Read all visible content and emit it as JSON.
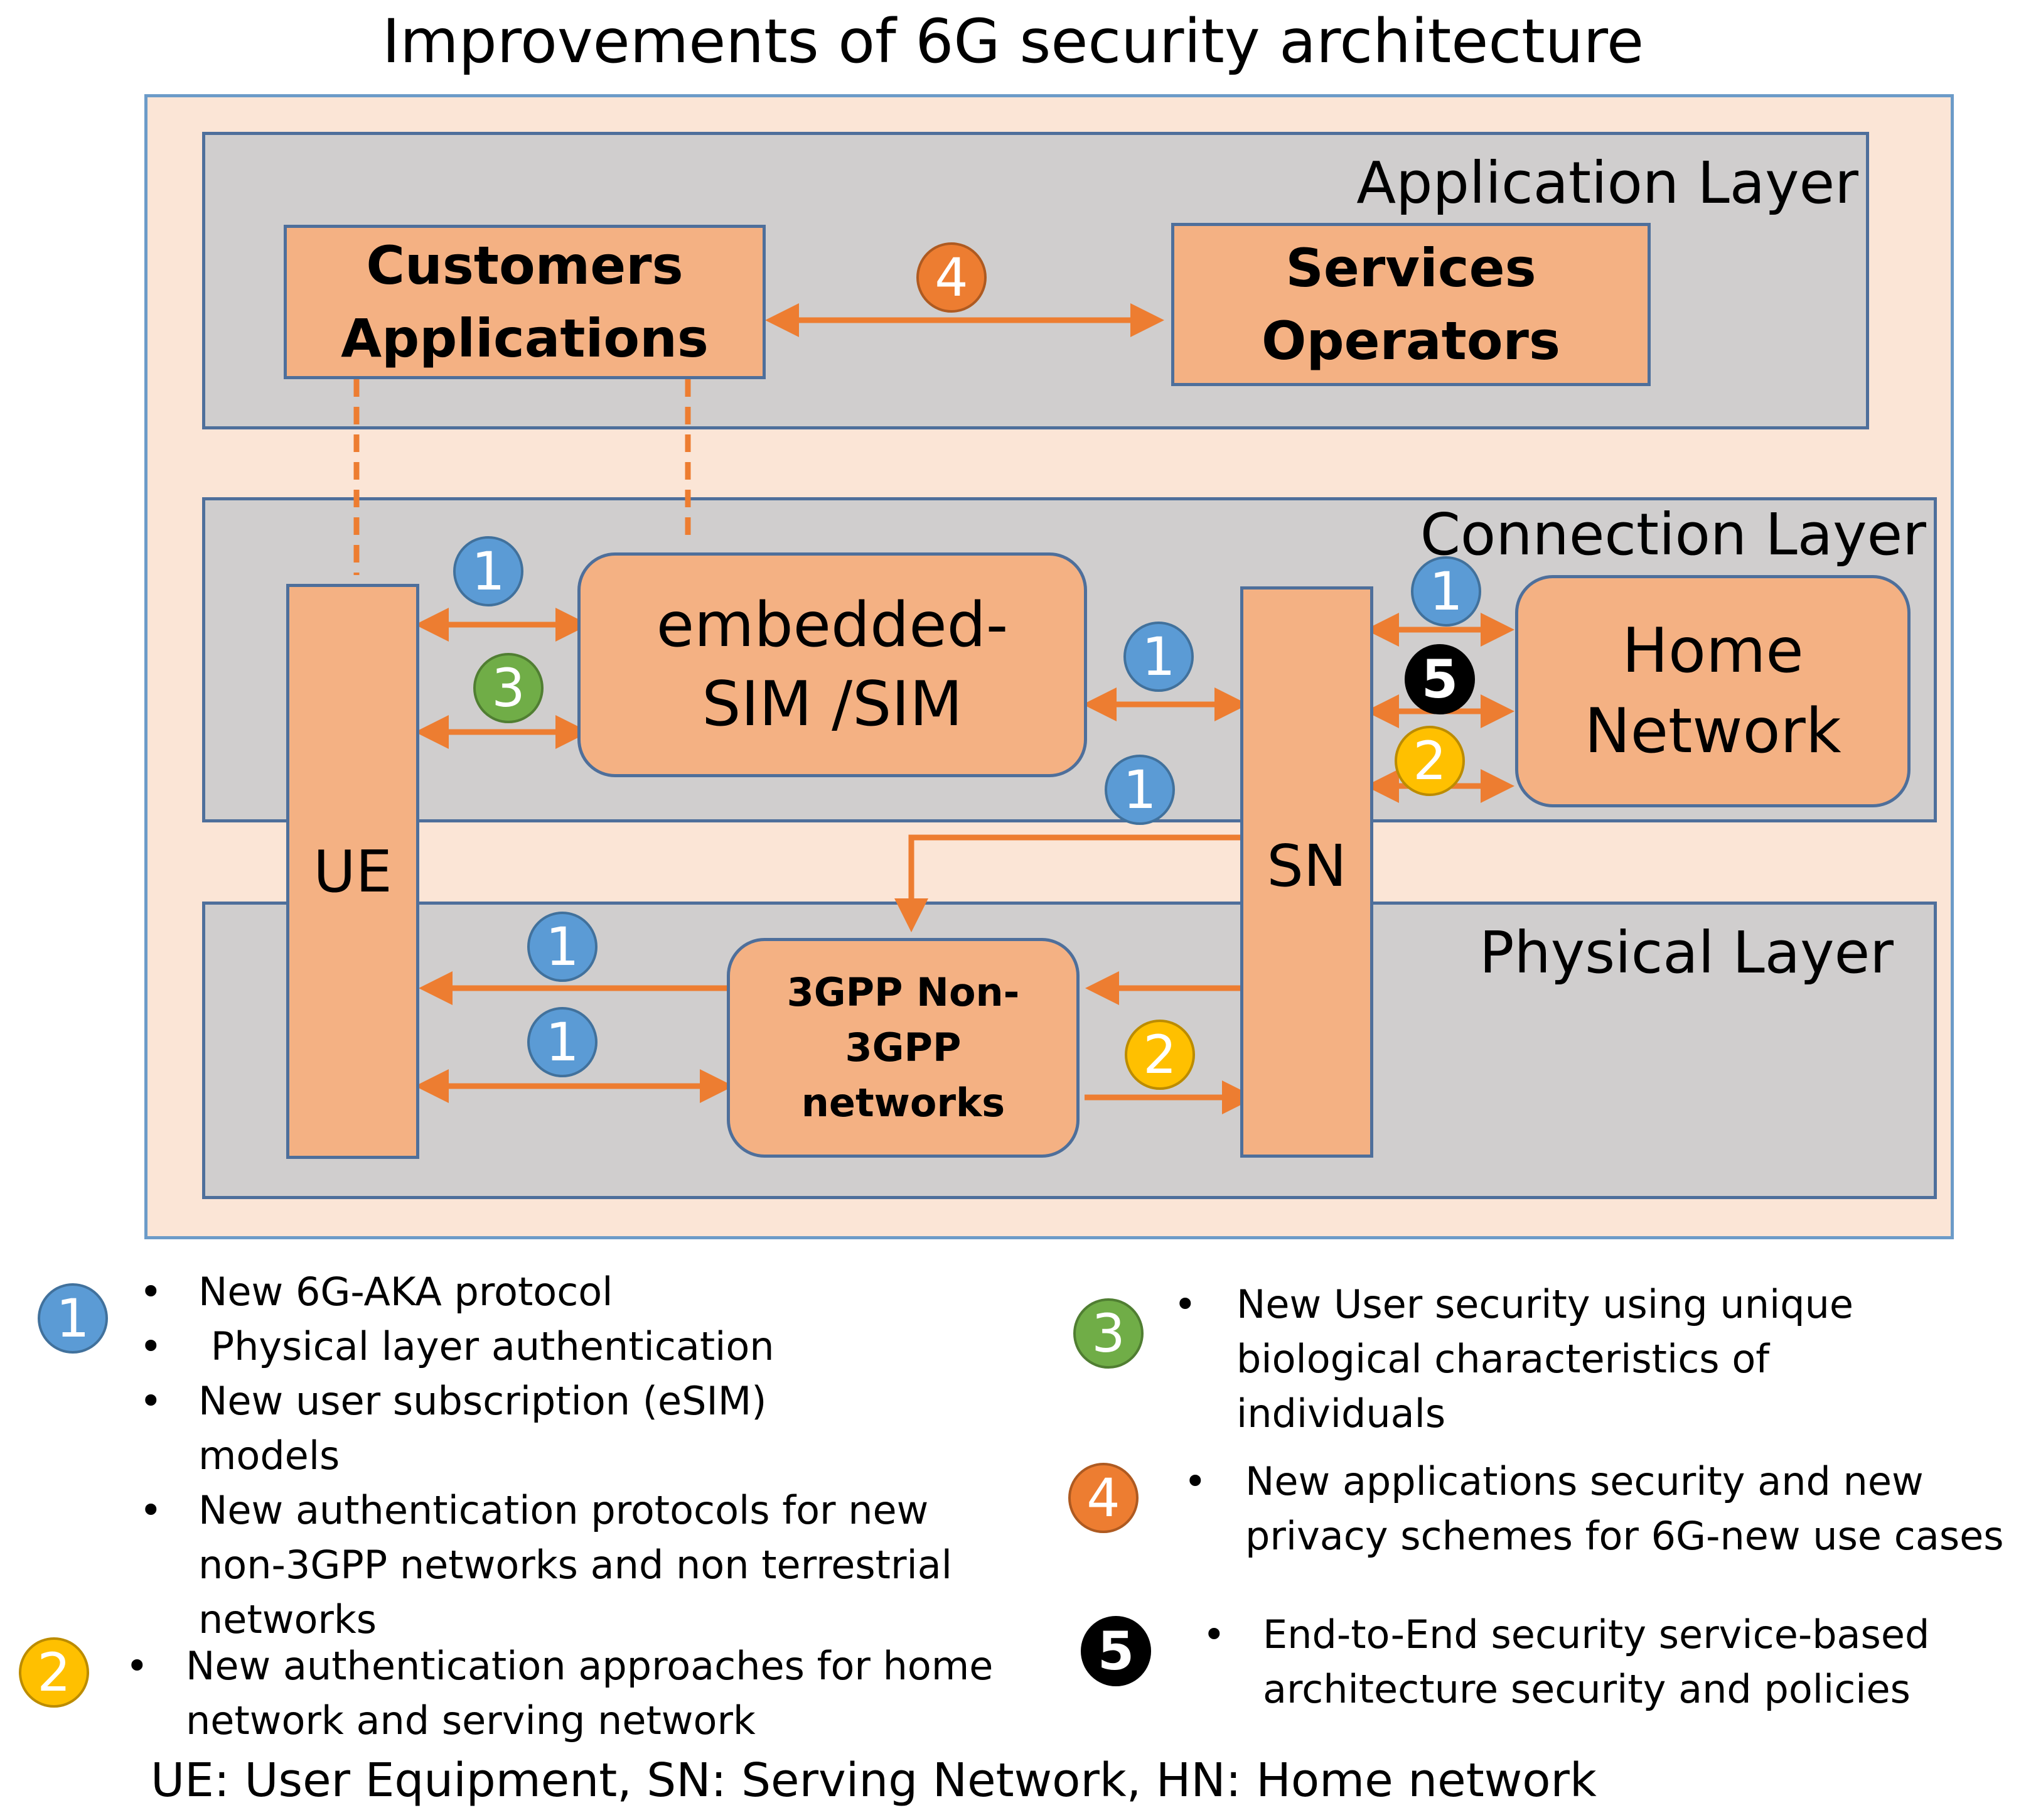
{
  "title": "Improvements of 6G security architecture",
  "layers": {
    "application": "Application Layer",
    "connection": "Connection Layer",
    "physical": "Physical Layer"
  },
  "boxes": {
    "customers_applications": [
      "Customers",
      "Applications"
    ],
    "services_operators": [
      "Services",
      "Operators"
    ],
    "esim": [
      "embedded-",
      "SIM /SIM"
    ],
    "ue": "UE",
    "sn": "SN",
    "home_network": [
      "Home",
      "Network"
    ],
    "non3gpp": [
      "3GPP Non-",
      "3GPP",
      "networks"
    ]
  },
  "markers": {
    "one": "1",
    "two": "2",
    "three": "3",
    "four": "4",
    "five": "5"
  },
  "legend": {
    "item1": [
      "New 6G-AKA protocol",
      " Physical layer authentication",
      "New user subscription (eSIM) models",
      "New authentication protocols for new non-3GPP networks and non terrestrial networks"
    ],
    "item2": [
      "New authentication approaches for home network and serving network"
    ],
    "item3": [
      "New User security using unique biological characteristics of individuals"
    ],
    "item4": [
      "New applications security and new privacy schemes for 6G-new use cases"
    ],
    "item5": [
      "End-to-End security service-based architecture security and policies"
    ],
    "bullet": "•"
  },
  "footer": "UE: User Equipment, SN: Serving Network, HN: Home network",
  "colors": {
    "arrow": "#ed7d31",
    "box_fill": "#f4b183",
    "layer_fill": "#d0cece",
    "outer_fill": "#fbe5d6"
  }
}
